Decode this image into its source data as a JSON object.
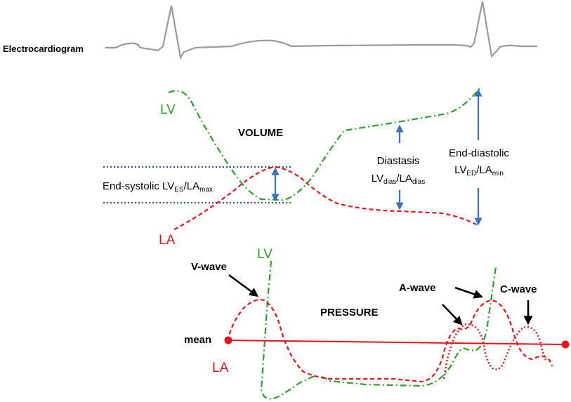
{
  "ecg": {
    "label": "Electrocardiogram"
  },
  "volume": {
    "title": "VOLUME",
    "lv_label": "LV",
    "la_label": "LA",
    "end_systolic": {
      "text": "End-systolic LV",
      "sub1": "ES",
      "mid": "/LA",
      "sub2": "max"
    },
    "diastasis": {
      "line1": "Diastasis",
      "base1": "LV",
      "sub1": "dias",
      "mid": "/LA",
      "sub2": "dias"
    },
    "end_diastolic": {
      "line1": "End-diastolic",
      "base1": "LV",
      "sub1": "ED",
      "mid": "/LA",
      "sub2": "min"
    }
  },
  "pressure": {
    "title": "PRESSURE",
    "lv_label": "LV",
    "la_label": "LA",
    "mean_label": "mean",
    "v_wave": "V-wave",
    "a_wave": "A-wave",
    "c_wave": "C-wave"
  },
  "colors": {
    "lv": "#2aa12a",
    "la": "#e8141b",
    "arrow_blue": "#3a6fc4",
    "guide_blue": "#2f4fb5",
    "ecg": "#9a9a9a"
  }
}
